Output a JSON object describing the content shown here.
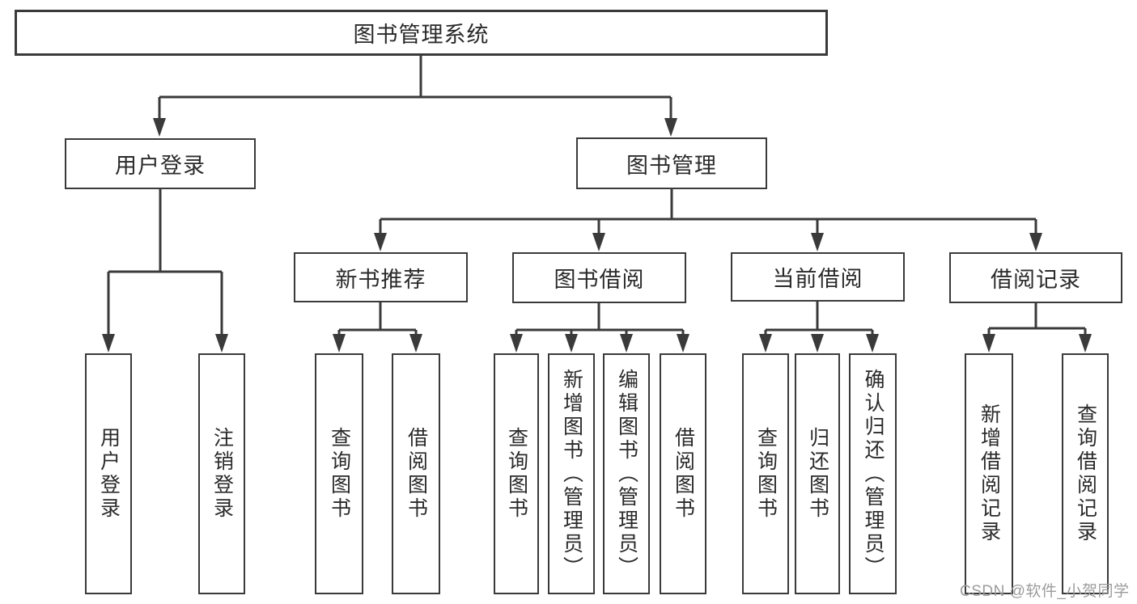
{
  "diagram": {
    "root": {
      "label": "图书管理系统"
    },
    "branches": [
      {
        "label": "用户登录",
        "children": [
          {
            "label": "用户登录"
          },
          {
            "label": "注销登录"
          }
        ]
      },
      {
        "label": "图书管理",
        "children": [
          {
            "label": "新书推荐",
            "children": [
              {
                "label": "查询图书"
              },
              {
                "label": "借阅图书"
              }
            ]
          },
          {
            "label": "图书借阅",
            "children": [
              {
                "label": "查询图书"
              },
              {
                "label": "新增图书（管理员）"
              },
              {
                "label": "编辑图书（管理员）"
              },
              {
                "label": "借阅图书"
              }
            ]
          },
          {
            "label": "当前借阅",
            "children": [
              {
                "label": "查询图书"
              },
              {
                "label": "归还图书"
              },
              {
                "label": "确认归还（管理员）"
              }
            ]
          },
          {
            "label": "借阅记录",
            "children": [
              {
                "label": "新增借阅记录"
              },
              {
                "label": "查询借阅记录"
              }
            ]
          }
        ]
      }
    ]
  },
  "watermark": {
    "text": "CSDN @软件_小贺同学"
  },
  "colors": {
    "line": "#3a3a3a",
    "text": "#2a2a2a",
    "watermark": "#9c9c9c",
    "background": "#ffffff"
  }
}
